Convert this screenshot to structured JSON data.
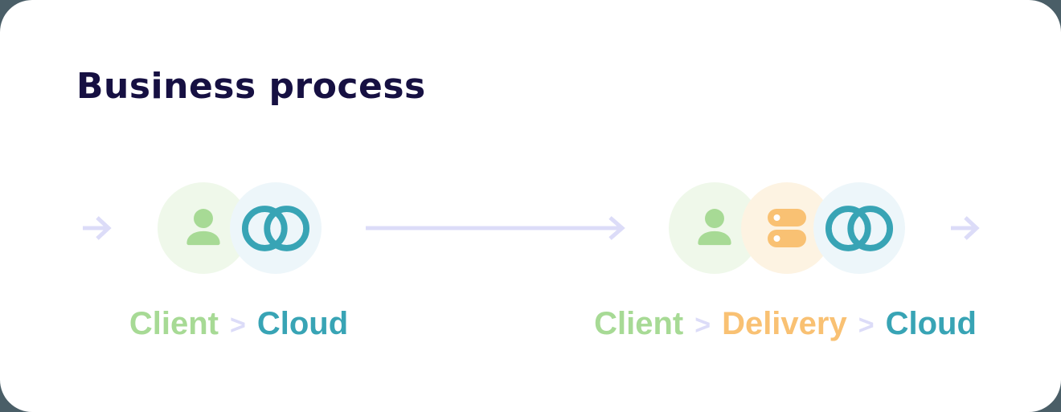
{
  "page": {
    "title": "Business process"
  },
  "colors": {
    "background": "#4a5e67",
    "card": "#ffffff",
    "title_text": "#161042",
    "green": "#a7da95",
    "green_pale": "#eff8ea",
    "teal": "#38a4b5",
    "teal_pale": "#edf6fa",
    "orange": "#f9c173",
    "orange_pale": "#fdf3e2",
    "lavender": "#dcdcf8",
    "white": "#ffffff"
  },
  "flow": {
    "stages": [
      {
        "name": "client-cloud",
        "nodes": [
          {
            "icon": "person-icon",
            "entity": "Client"
          },
          {
            "icon": "overlapping-rings-icon",
            "entity": "Cloud"
          }
        ],
        "caption": [
          {
            "text": "Client"
          },
          {
            "text": ">"
          },
          {
            "text": "Cloud"
          }
        ]
      },
      {
        "name": "client-delivery-cloud",
        "nodes": [
          {
            "icon": "person-icon",
            "entity": "Client"
          },
          {
            "icon": "server-icon",
            "entity": "Delivery"
          },
          {
            "icon": "overlapping-rings-icon",
            "entity": "Cloud"
          }
        ],
        "caption": [
          {
            "text": "Client"
          },
          {
            "text": ">"
          },
          {
            "text": "Delivery"
          },
          {
            "text": ">"
          },
          {
            "text": "Cloud"
          }
        ]
      }
    ]
  }
}
